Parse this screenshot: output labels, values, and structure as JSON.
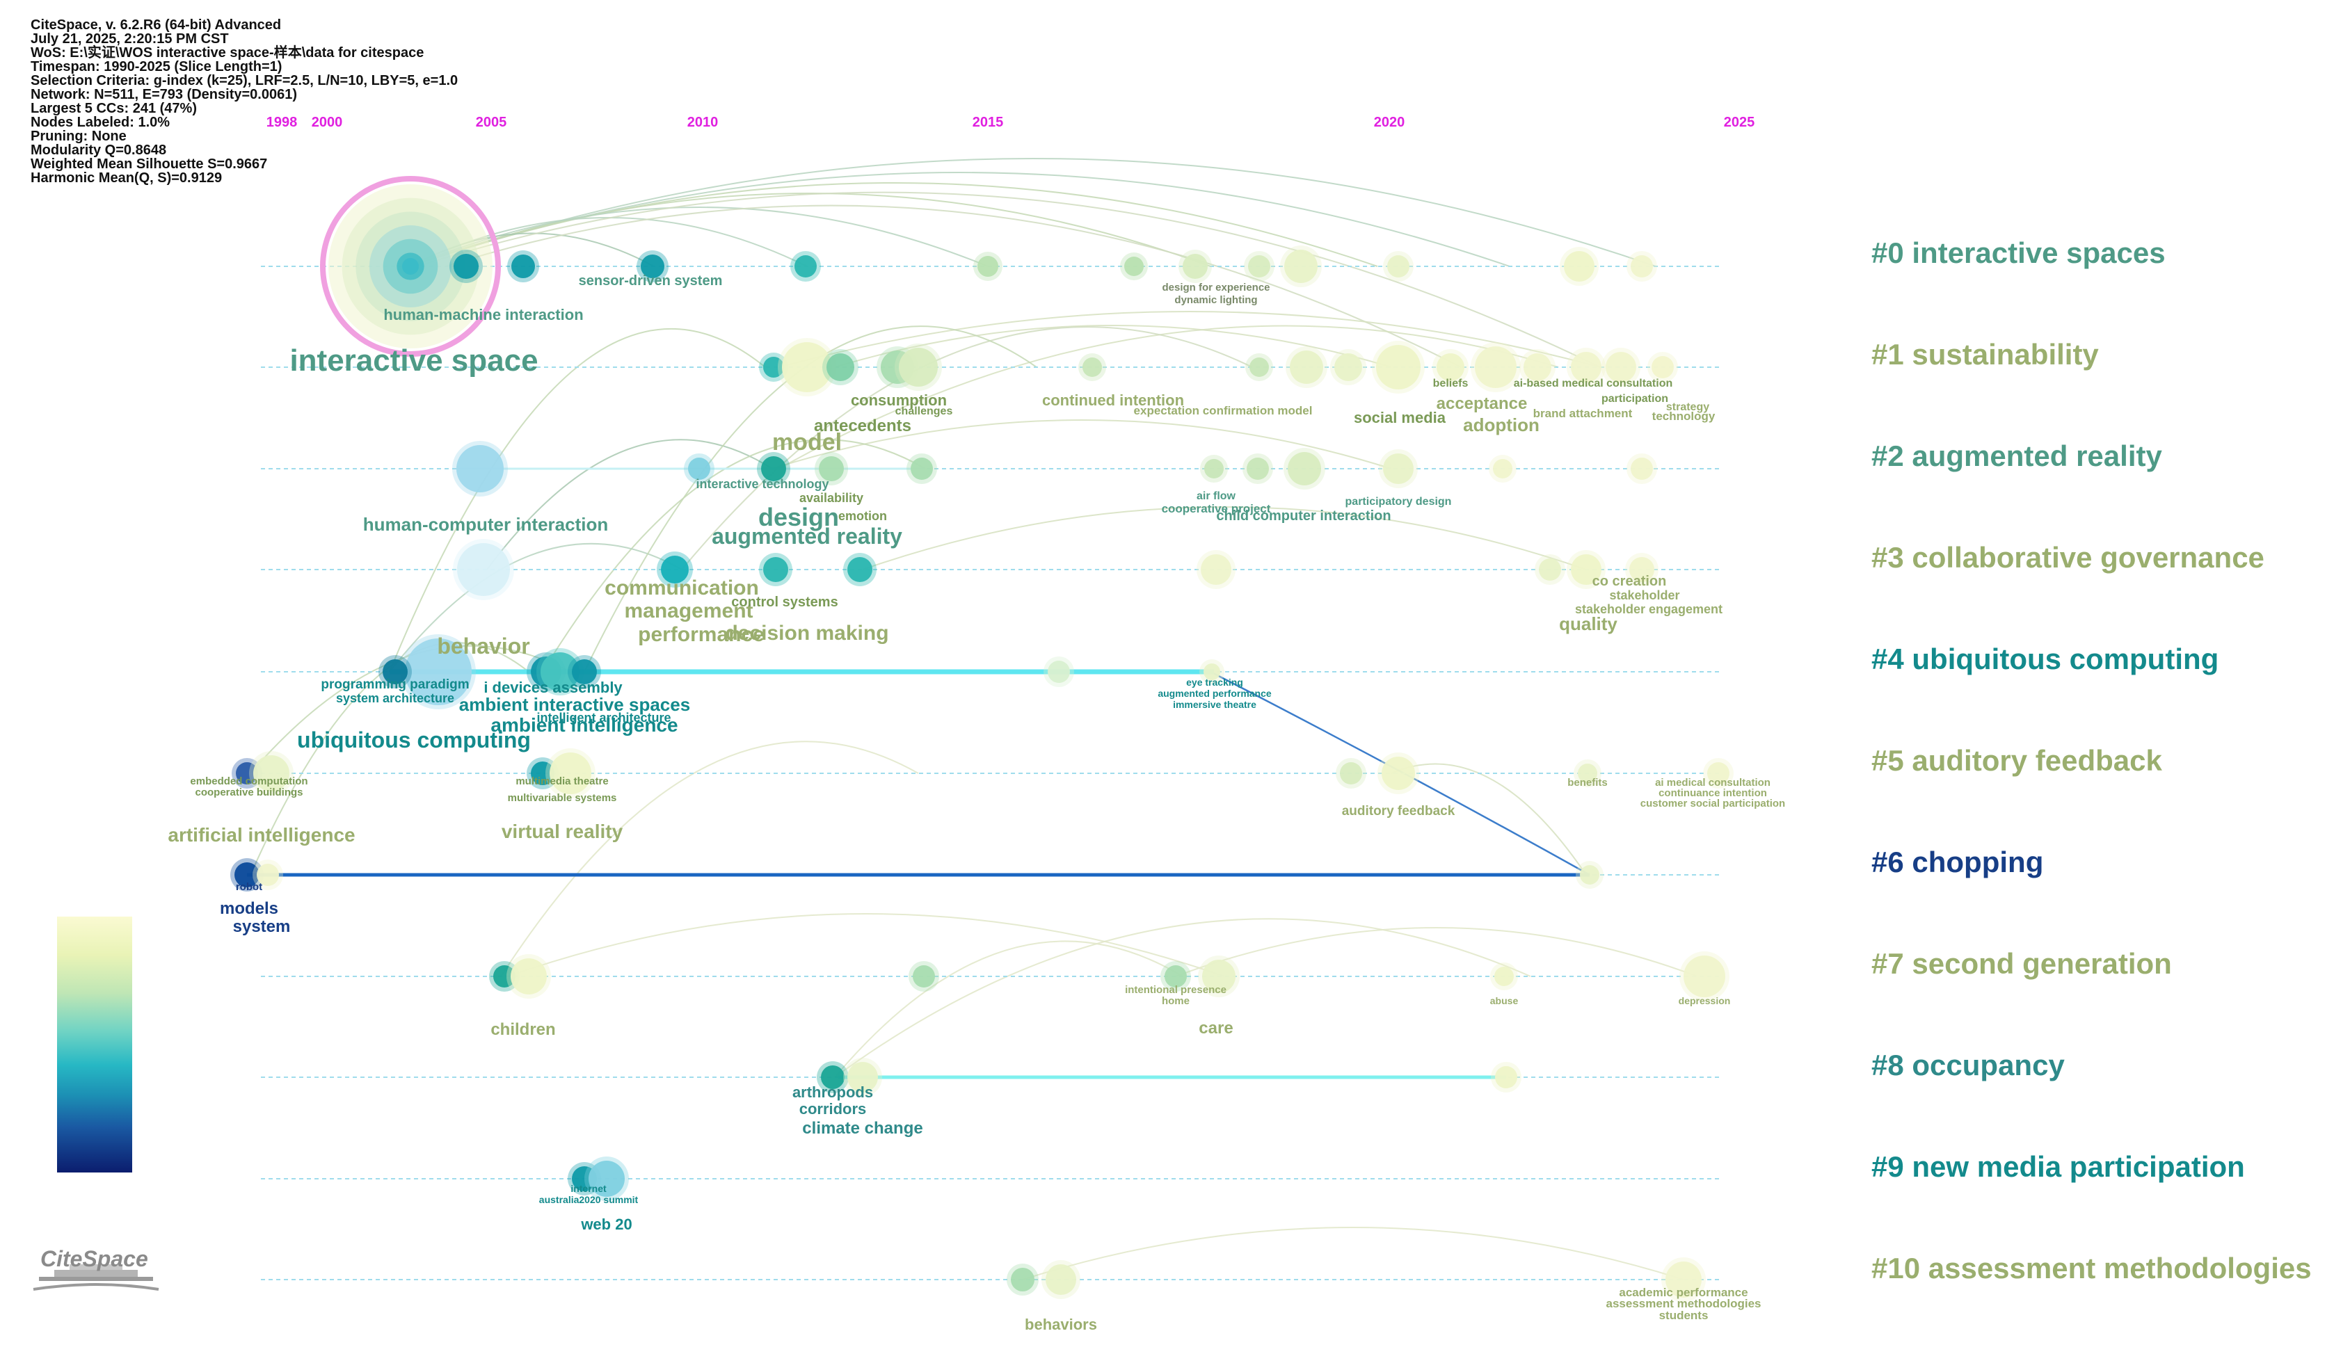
{
  "header": {
    "lines": [
      "CiteSpace, v. 6.2.R6 (64-bit) Advanced",
      "July 21, 2025, 2:20:15 PM CST",
      "WoS: E:\\实证\\WOS interactive space-样本\\data for citespace",
      "Timespan: 1990-2025 (Slice Length=1)",
      "Selection Criteria: g-index (k=25), LRF=2.5, L/N=10, LBY=5, e=1.0",
      "Network: N=511, E=793 (Density=0.0061)",
      "Largest 5 CCs: 241 (47%)",
      "Nodes Labeled: 1.0%",
      "Pruning: None",
      "Modularity Q=0.8648",
      "Weighted Mean Silhouette S=0.9667",
      "Harmonic Mean(Q, S)=0.9129"
    ]
  },
  "years": [
    "1998",
    "2000",
    "2005",
    "2010",
    "2015",
    "2020",
    "2025"
  ],
  "clusters": [
    {
      "label": "#0 interactive spaces",
      "color": "#4e9a86"
    },
    {
      "label": "#1 sustainability",
      "color": "#9aae6e"
    },
    {
      "label": "#2 augmented reality",
      "color": "#4e9a86"
    },
    {
      "label": "#3 collaborative governance",
      "color": "#9aae6e"
    },
    {
      "label": "#4 ubiquitous computing",
      "color": "#138a8c"
    },
    {
      "label": "#5 auditory feedback",
      "color": "#9aae6e"
    },
    {
      "label": "#6 chopping",
      "color": "#173e86"
    },
    {
      "label": "#7 second generation",
      "color": "#9aae6e"
    },
    {
      "label": "#8 occupancy",
      "color": "#2f8a8a"
    },
    {
      "label": "#9 new media participation",
      "color": "#138a8c"
    },
    {
      "label": "#10 assessment methodologies",
      "color": "#9aae6e"
    }
  ],
  "keywords": [
    {
      "text": "interactive space",
      "size": 44,
      "color": "#4e9a86"
    },
    {
      "text": "human-machine interaction",
      "size": 22,
      "color": "#4e9a86"
    },
    {
      "text": "sensor-driven system",
      "size": 20,
      "color": "#4e9a86"
    },
    {
      "text": "design for experience",
      "size": 15,
      "color": "#7a8a6a"
    },
    {
      "text": "dynamic lighting",
      "size": 15,
      "color": "#7a8a6a"
    },
    {
      "text": "consumption",
      "size": 22,
      "color": "#7a9a56"
    },
    {
      "text": "challenges",
      "size": 16,
      "color": "#7a9a56"
    },
    {
      "text": "antecedents",
      "size": 24,
      "color": "#7a9a56"
    },
    {
      "text": "model",
      "size": 34,
      "color": "#9aae6e"
    },
    {
      "text": "continued intention",
      "size": 22,
      "color": "#9aae6e"
    },
    {
      "text": "expectation confirmation model",
      "size": 17,
      "color": "#9aae6e"
    },
    {
      "text": "social media",
      "size": 22,
      "color": "#7a9a56"
    },
    {
      "text": "acceptance",
      "size": 24,
      "color": "#9aae6e"
    },
    {
      "text": "adoption",
      "size": 26,
      "color": "#9aae6e"
    },
    {
      "text": "beliefs",
      "size": 16,
      "color": "#7a9a56"
    },
    {
      "text": "ai-based medical consultation",
      "size": 16,
      "color": "#7a9a56"
    },
    {
      "text": "participation",
      "size": 16,
      "color": "#7a9a56"
    },
    {
      "text": "brand attachment",
      "size": 17,
      "color": "#9aae6e"
    },
    {
      "text": "technology",
      "size": 17,
      "color": "#9aae6e"
    },
    {
      "text": "strategy",
      "size": 16,
      "color": "#9aae6e"
    },
    {
      "text": "interactive technology",
      "size": 18,
      "color": "#4e9a86"
    },
    {
      "text": "availability",
      "size": 18,
      "color": "#7a9a56"
    },
    {
      "text": "emotion",
      "size": 18,
      "color": "#7a9a56"
    },
    {
      "text": "design",
      "size": 36,
      "color": "#4e9a86"
    },
    {
      "text": "augmented reality",
      "size": 32,
      "color": "#4e9a86"
    },
    {
      "text": "human-computer interaction",
      "size": 26,
      "color": "#4e9a86"
    },
    {
      "text": "air flow",
      "size": 16,
      "color": "#4e9a86"
    },
    {
      "text": "cooperative project",
      "size": 17,
      "color": "#4e9a86"
    },
    {
      "text": "child computer interaction",
      "size": 20,
      "color": "#4e9a86"
    },
    {
      "text": "participatory design",
      "size": 16,
      "color": "#4e9a86"
    },
    {
      "text": "communication",
      "size": 30,
      "color": "#9aae6e"
    },
    {
      "text": "management",
      "size": 30,
      "color": "#9aae6e"
    },
    {
      "text": "performance",
      "size": 30,
      "color": "#9aae6e"
    },
    {
      "text": "control systems",
      "size": 20,
      "color": "#7a9a56"
    },
    {
      "text": "decision making",
      "size": 30,
      "color": "#9aae6e"
    },
    {
      "text": "co creation",
      "size": 20,
      "color": "#9aae6e"
    },
    {
      "text": "stakeholder",
      "size": 18,
      "color": "#9aae6e"
    },
    {
      "text": "stakeholder engagement",
      "size": 18,
      "color": "#9aae6e"
    },
    {
      "text": "quality",
      "size": 26,
      "color": "#9aae6e"
    },
    {
      "text": "behavior",
      "size": 32,
      "color": "#9aae6e"
    },
    {
      "text": "programming paradigm",
      "size": 19,
      "color": "#138a8c"
    },
    {
      "text": "system architecture",
      "size": 18,
      "color": "#138a8c"
    },
    {
      "text": "i devices assembly",
      "size": 22,
      "color": "#138a8c"
    },
    {
      "text": "ambient interactive spaces",
      "size": 26,
      "color": "#138a8c"
    },
    {
      "text": "ambient intelligence",
      "size": 28,
      "color": "#138a8c"
    },
    {
      "text": "intelligent architecture",
      "size": 18,
      "color": "#138a8c"
    },
    {
      "text": "ubiquitous computing",
      "size": 32,
      "color": "#138a8c"
    },
    {
      "text": "eye tracking",
      "size": 14,
      "color": "#138a8c"
    },
    {
      "text": "augmented performance",
      "size": 14,
      "color": "#138a8c"
    },
    {
      "text": "immersive theatre",
      "size": 14,
      "color": "#138a8c"
    },
    {
      "text": "embedded computation",
      "size": 15,
      "color": "#7a9a56"
    },
    {
      "text": "cooperative buildings",
      "size": 15,
      "color": "#7a9a56"
    },
    {
      "text": "multimedia theatre",
      "size": 15,
      "color": "#7a9a56"
    },
    {
      "text": "multivariable systems",
      "size": 15,
      "color": "#7a9a56"
    },
    {
      "text": "artificial intelligence",
      "size": 28,
      "color": "#9aae6e"
    },
    {
      "text": "virtual reality",
      "size": 28,
      "color": "#9aae6e"
    },
    {
      "text": "auditory feedback",
      "size": 19,
      "color": "#9aae6e"
    },
    {
      "text": "benefits",
      "size": 15,
      "color": "#9aae6e"
    },
    {
      "text": "ai medical consultation",
      "size": 15,
      "color": "#9aae6e"
    },
    {
      "text": "continuance intention",
      "size": 15,
      "color": "#9aae6e"
    },
    {
      "text": "customer social participation",
      "size": 15,
      "color": "#9aae6e"
    },
    {
      "text": "robot",
      "size": 15,
      "color": "#173e86"
    },
    {
      "text": "models",
      "size": 24,
      "color": "#173e86"
    },
    {
      "text": "system",
      "size": 24,
      "color": "#173e86"
    },
    {
      "text": "children",
      "size": 24,
      "color": "#9aae6e"
    },
    {
      "text": "intentional presence",
      "size": 15,
      "color": "#9aae6e"
    },
    {
      "text": "home",
      "size": 15,
      "color": "#9aae6e"
    },
    {
      "text": "care",
      "size": 24,
      "color": "#9aae6e"
    },
    {
      "text": "abuse",
      "size": 14,
      "color": "#9aae6e"
    },
    {
      "text": "depression",
      "size": 14,
      "color": "#9aae6e"
    },
    {
      "text": "arthropods",
      "size": 22,
      "color": "#2f8a8a"
    },
    {
      "text": "corridors",
      "size": 22,
      "color": "#2f8a8a"
    },
    {
      "text": "climate change",
      "size": 24,
      "color": "#2f8a8a"
    },
    {
      "text": "internet",
      "size": 14,
      "color": "#138a8c"
    },
    {
      "text": "australia2020 summit",
      "size": 14,
      "color": "#138a8c"
    },
    {
      "text": "web 20",
      "size": 22,
      "color": "#138a8c"
    },
    {
      "text": "behaviors",
      "size": 22,
      "color": "#9aae6e"
    },
    {
      "text": "academic performance",
      "size": 17,
      "color": "#9aae6e"
    },
    {
      "text": "assessment methodologies",
      "size": 17,
      "color": "#9aae6e"
    },
    {
      "text": "students",
      "size": 17,
      "color": "#9aae6e"
    }
  ],
  "colorbar": {
    "stops": [
      "#fafad2",
      "#bfe6b5",
      "#6fd3c4",
      "#27b8c4",
      "#1c8fb4",
      "#1a5aa3",
      "#0b1d6e"
    ]
  },
  "logo": {
    "text": "CiteSpace"
  },
  "colors": {
    "year": "#e020e0",
    "hub_ring": "#f0a0e0",
    "lane": "#9fdcec",
    "burst": "#5fe6f0",
    "link_blue": "#1a66c2"
  }
}
